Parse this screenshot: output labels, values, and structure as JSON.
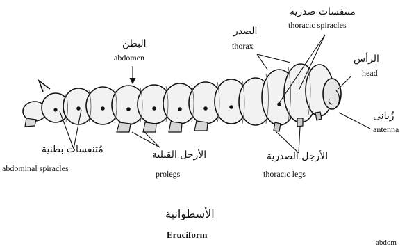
{
  "labels": {
    "spiracles_thoracic_ar": "متنفسات صدرية",
    "spiracles_thoracic_en": "thoracic spiracles",
    "thorax_ar": "الصدر",
    "thorax_en": "thorax",
    "abdomen_ar": "البطن",
    "abdomen_en": "abdomen",
    "head_ar": "الرأس",
    "head_en": "head",
    "antenna_ar": "زُبانى",
    "antenna_en": "antenna",
    "spiracles_abdominal_ar": "مُتنفسات بطنية",
    "spiracles_abdominal_en": "abdominal spiracles",
    "prolegs_ar": "الأرجل القبلية",
    "prolegs_en": "prolegs",
    "legs_thoracic_ar": "الأرجل الصدرية",
    "legs_thoracic_en": "thoracic legs",
    "corner_fragment": "abdom"
  },
  "title": {
    "arabic": "الأسطوانية",
    "english": "Eruciform"
  },
  "colors": {
    "ink": "#111111",
    "body_fill": "#f2f2f2",
    "shade": "#c8c8c8"
  }
}
